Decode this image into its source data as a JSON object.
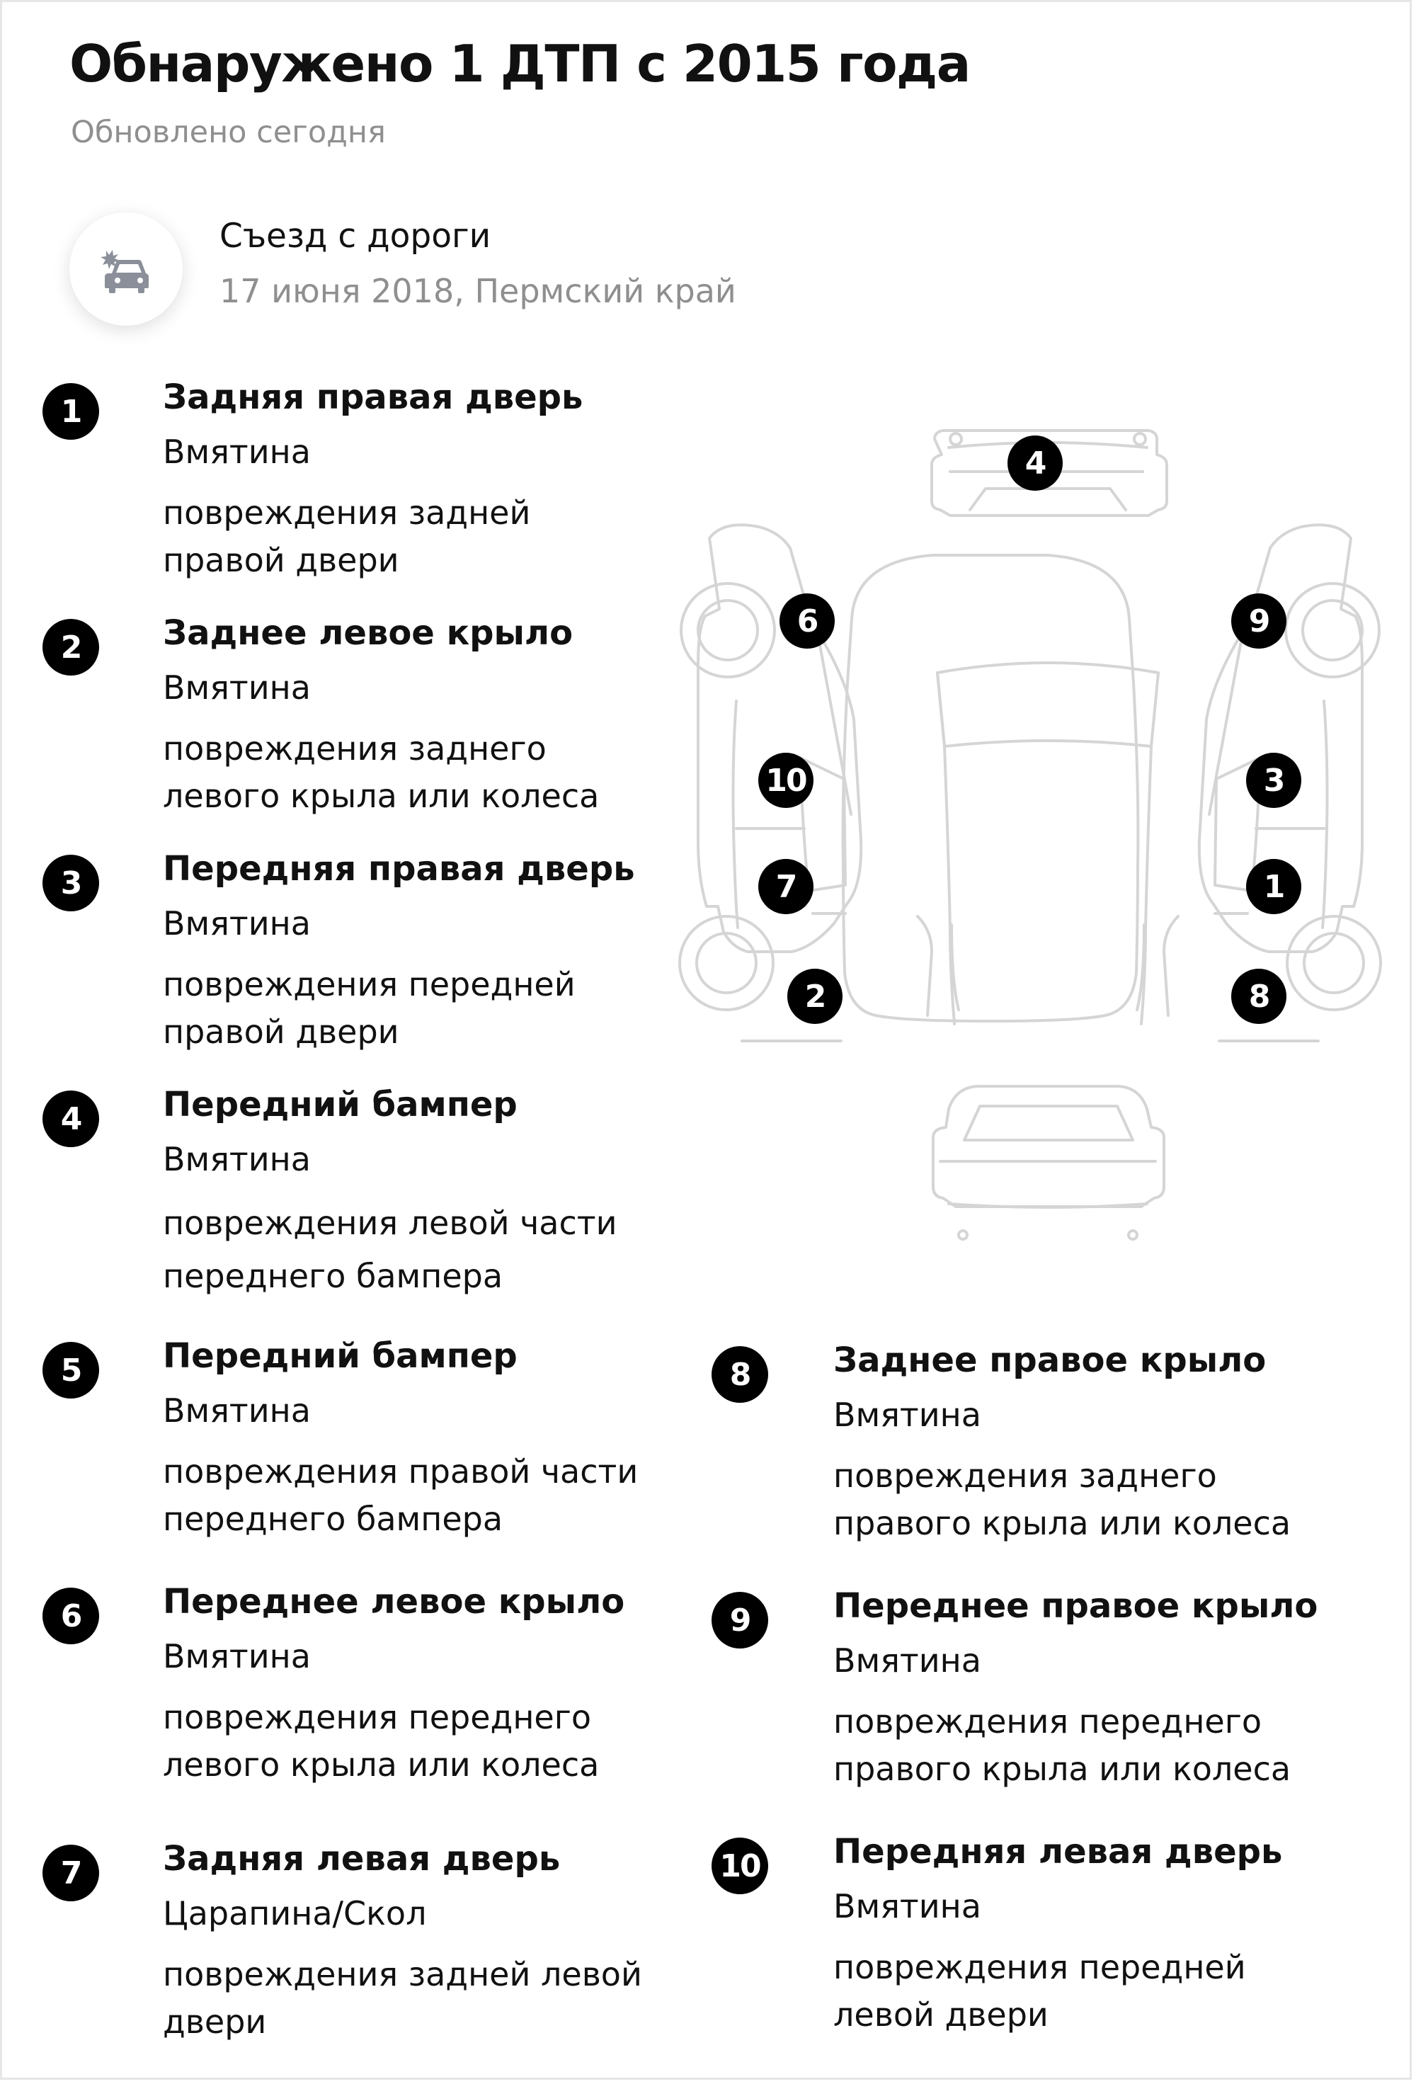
{
  "header": {
    "title": "Обнаружено 1 ДТП с 2015 года",
    "subtitle": "Обновлено сегодня"
  },
  "incident": {
    "icon": "car-crash-icon",
    "title": "Съезд с дороги",
    "meta": "17 июня 2018, Пермский край"
  },
  "damages": [
    {
      "number": "1",
      "part": "Задняя правая дверь",
      "type": "Вмятина",
      "description": "повреждения задней\nправой двери"
    },
    {
      "number": "2",
      "part": "Заднее левое крыло",
      "type": "Вмятина",
      "description": "повреждения заднего\nлевого крыла или колеса"
    },
    {
      "number": "3",
      "part": "Передняя правая дверь",
      "type": "Вмятина",
      "description": "повреждения передней\nправой двери"
    },
    {
      "number": "4",
      "part": "Передний бампер",
      "type": "Вмятина",
      "description": "повреждения левой части\nпереднего бампера"
    },
    {
      "number": "5",
      "part": "Передний бампер",
      "type": "Вмятина",
      "description": "повреждения правой части\nпереднего бампера"
    },
    {
      "number": "6",
      "part": "Переднее левое крыло",
      "type": "Вмятина",
      "description": "повреждения переднего\nлевого крыла или колеса"
    },
    {
      "number": "7",
      "part": "Задняя левая дверь",
      "type": "Царапина/Скол",
      "description": "повреждения задней левой\nдвери"
    },
    {
      "number": "8",
      "part": "Заднее правое крыло",
      "type": "Вмятина",
      "description": "повреждения заднего\nправого крыла или колеса"
    },
    {
      "number": "9",
      "part": "Переднее правое крыло",
      "type": "Вмятина",
      "description": "повреждения переднего\nправого крыла или колеса"
    },
    {
      "number": "10",
      "part": "Передняя левая дверь",
      "type": "Вмятина",
      "description": "повреждения передней\nлевой двери"
    }
  ],
  "diagram_markers": [
    "4",
    "6",
    "9",
    "10",
    "3",
    "7",
    "1",
    "2",
    "8"
  ]
}
